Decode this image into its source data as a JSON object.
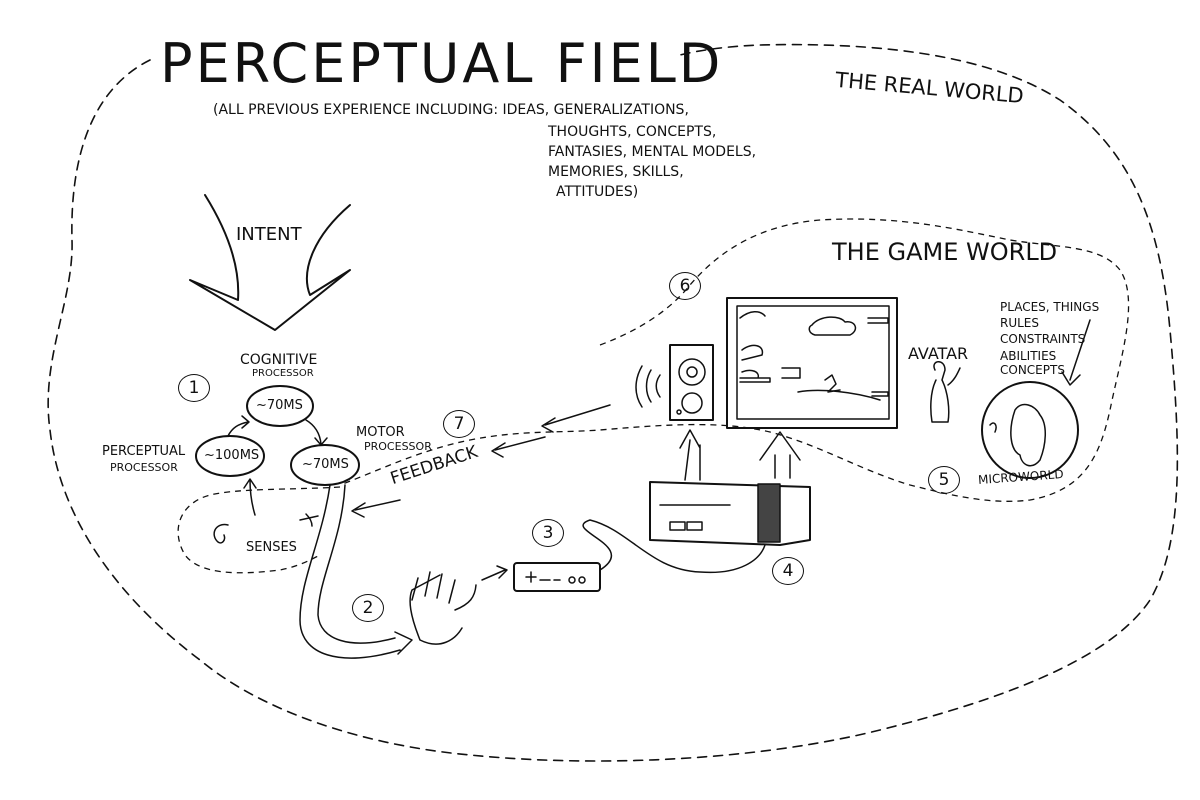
{
  "title": "PERCEPTUAL FIELD",
  "subtitle_line1": "(ALL PREVIOUS EXPERIENCE INCLUDING: IDEAS, GENERALIZATIONS,",
  "subtitle_line2": "THOUGHTS, CONCEPTS,",
  "subtitle_line3": "FANTASIES, MENTAL MODELS,",
  "subtitle_line4": "MEMORIES, SKILLS,",
  "subtitle_line5": "ATTITUDES)",
  "real_world": "THE REAL WORLD",
  "game_world": "THE GAME WORLD",
  "intent": "INTENT",
  "cognitive_processor_1": "COGNITIVE",
  "cognitive_processor_2": "PROCESSOR",
  "cognitive_time": "~70MS",
  "perceptual_processor_1": "PERCEPTUAL",
  "perceptual_processor_2": "PROCESSOR",
  "perceptual_time": "~100MS",
  "motor_processor_1": "MOTOR",
  "motor_processor_2": "PROCESSOR",
  "motor_time": "~70MS",
  "senses": "SENSES",
  "feedback": "FEEDBACK",
  "avatar": "AVATAR",
  "microworld": "MICROWORLD",
  "microworld_items": [
    "PLACES, THINGS",
    "RULES",
    "CONSTRAINTS",
    "ABILITIES",
    "CONCEPTS"
  ],
  "numbers": [
    "1",
    "2",
    "3",
    "4",
    "5",
    "6",
    "7"
  ]
}
